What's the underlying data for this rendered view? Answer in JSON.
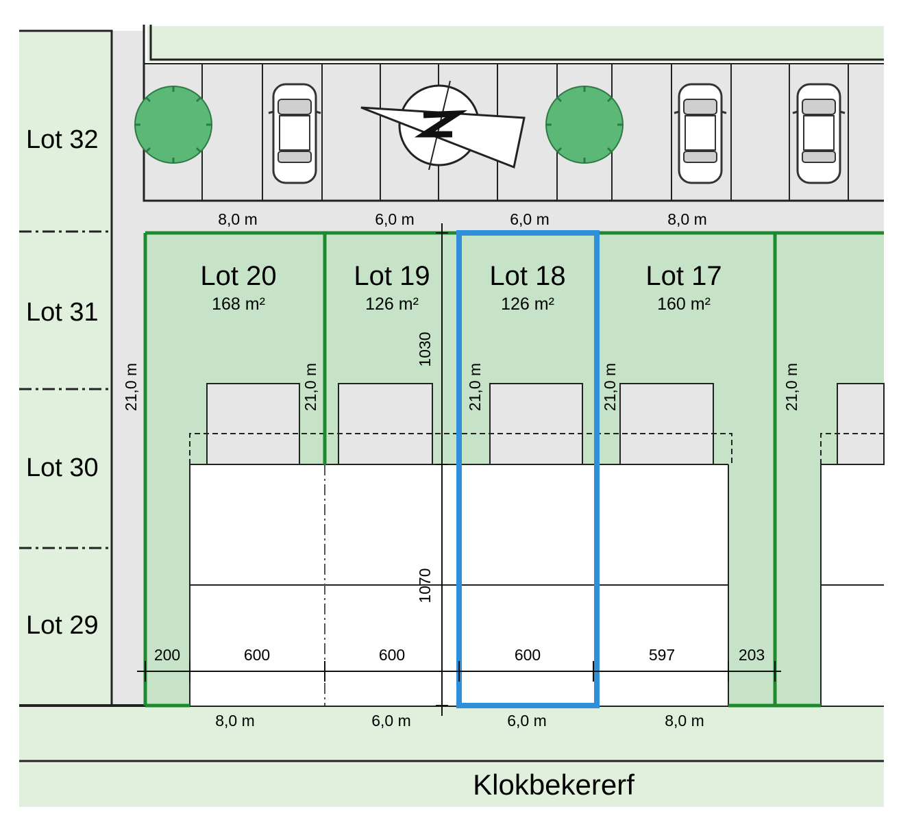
{
  "side_lots": [
    "Lot 32",
    "Lot 31",
    "Lot 30",
    "Lot 29"
  ],
  "lots": [
    {
      "name": "Lot 20",
      "area": "168 m²"
    },
    {
      "name": "Lot 19",
      "area": "126 m²"
    },
    {
      "name": "Lot 18",
      "area": "126 m²"
    },
    {
      "name": "Lot 17",
      "area": "160 m²"
    }
  ],
  "top_widths": [
    "8,0 m",
    "6,0 m",
    "6,0 m",
    "8,0 m"
  ],
  "bottom_widths": [
    "8,0 m",
    "6,0 m",
    "6,0 m",
    "8,0 m"
  ],
  "lot_depth": "21,0 m",
  "vertical_dims": {
    "garden": "1030",
    "house": "1070"
  },
  "front_dims": [
    "200",
    "600",
    "600",
    "600",
    "597",
    "203"
  ],
  "street_name": "Klokbekererf",
  "colors": {
    "lot_fill": "#c7e3c7",
    "lot_border": "#1e8a2e",
    "highlight": "#2f8fd8",
    "road_fill": "#e0f0dc",
    "paving": "#e6e6e6",
    "tree": "#5cb876"
  }
}
